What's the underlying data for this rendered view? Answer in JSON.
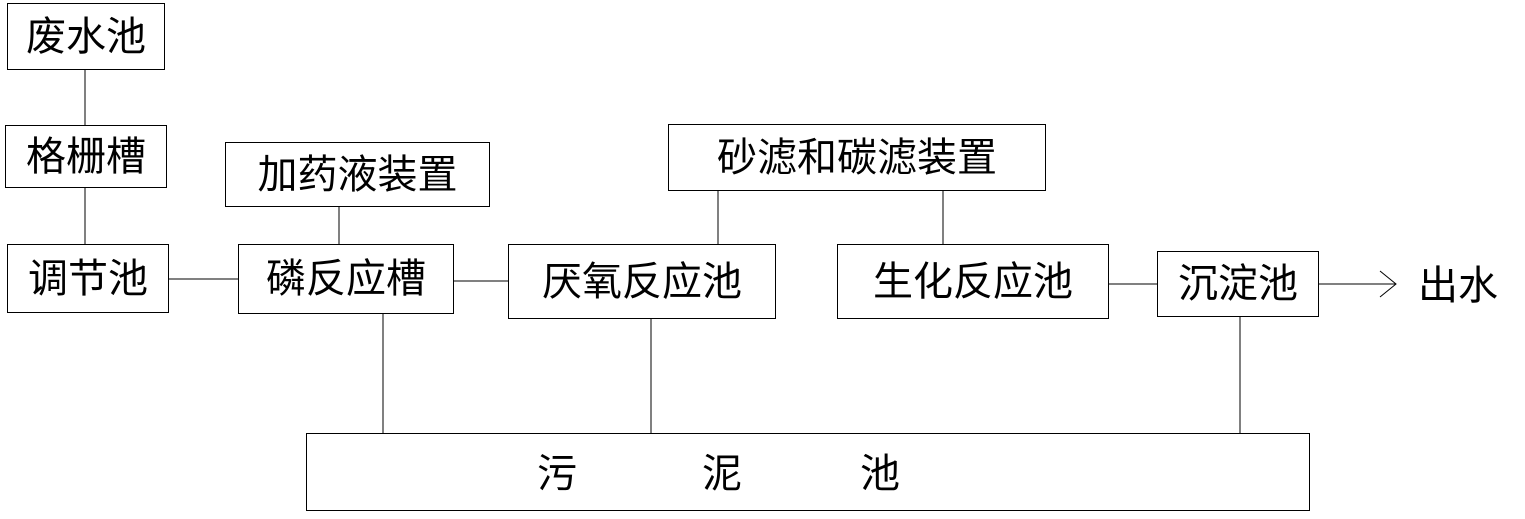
{
  "nodes": {
    "wastewater_pool": "废水池",
    "grille_tank": "格栅槽",
    "regulating_pool": "调节池",
    "dosing_device": "加药液装置",
    "phosphorus_tank": "磷反应槽",
    "anaerobic_pool": "厌氧反应池",
    "sand_carbon_filter": "砂滤和碳滤装置",
    "biochemical_pool": "生化反应池",
    "sedimentation_pool": "沉淀池",
    "outlet": "出水",
    "sludge_pool": [
      "污",
      "泥",
      "池"
    ]
  }
}
